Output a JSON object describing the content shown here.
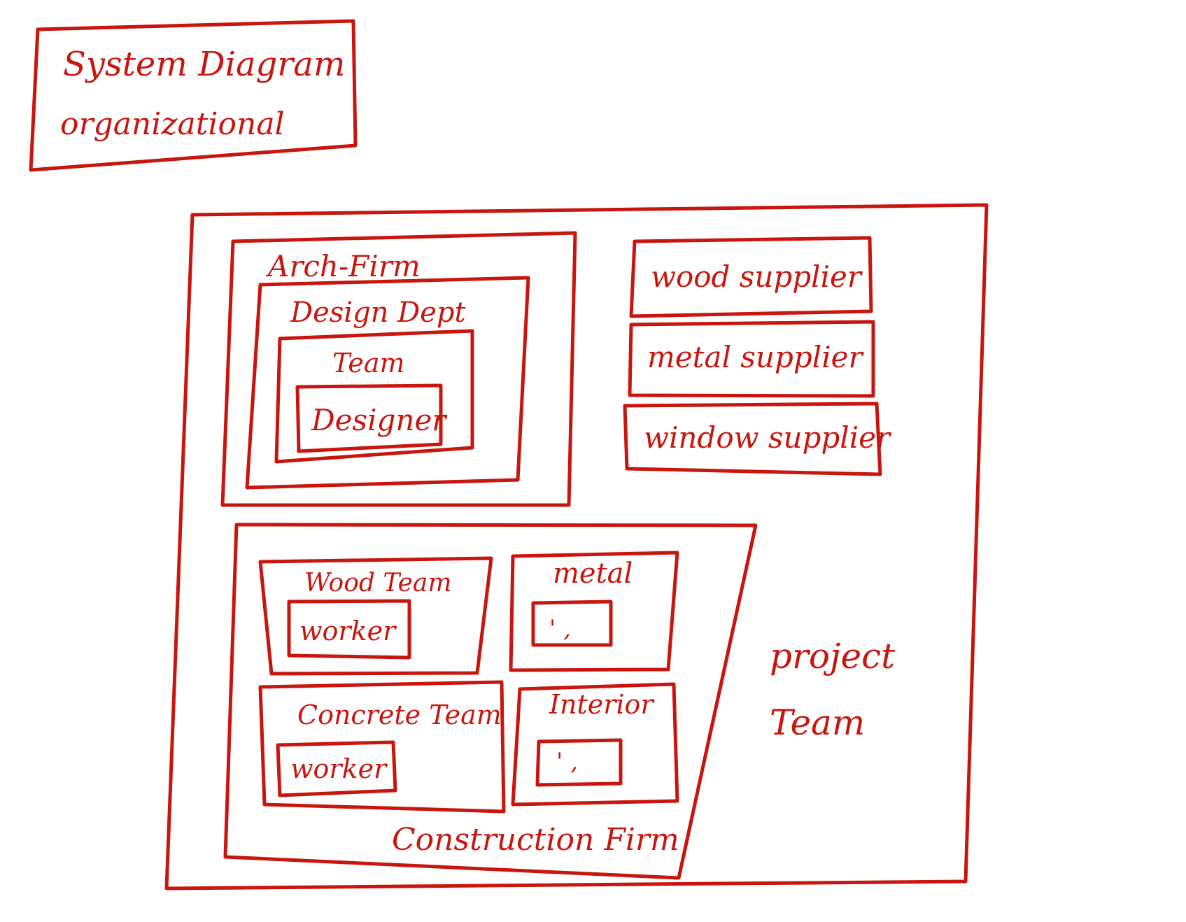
{
  "colors": {
    "ink": "#c8160e",
    "background": "#ffffff"
  },
  "title": {
    "line1": "System Diagram",
    "line2": "organizational"
  },
  "project_team": {
    "line1": "project",
    "line2": "Team"
  },
  "arch_firm": {
    "label": "Arch-Firm",
    "design_dept": {
      "label": "Design Dept",
      "team": {
        "label": "Team",
        "designer": "Designer"
      }
    }
  },
  "suppliers": [
    {
      "label": "wood supplier"
    },
    {
      "label": "metal supplier"
    },
    {
      "label": "window supplier"
    }
  ],
  "construction_firm": {
    "label": "Construction Firm",
    "teams": [
      {
        "label": "Wood Team",
        "member": "worker"
      },
      {
        "label": "metal",
        "member": "' ,"
      },
      {
        "label": "Concrete Team",
        "member": "worker"
      },
      {
        "label": "Interior",
        "member": "' ,"
      }
    ]
  }
}
